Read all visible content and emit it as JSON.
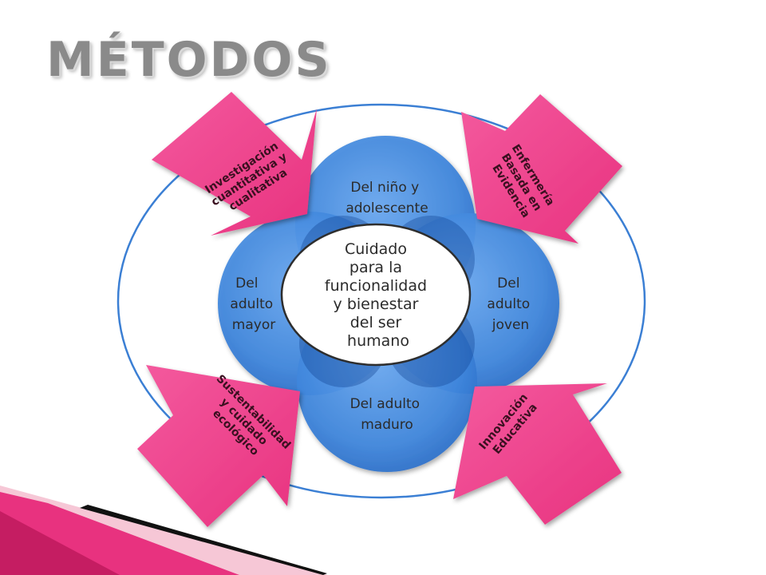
{
  "slide": {
    "title": "MÉTODOS"
  },
  "diagram": {
    "center": [
      "Cuidado",
      "para la",
      "funcionalidad",
      "y bienestar",
      "del ser",
      "humano"
    ],
    "petals": {
      "top": [
        "Del niño y",
        "adolescente"
      ],
      "left": [
        "Del",
        "adulto",
        "mayor"
      ],
      "right": [
        "Del",
        "adulto",
        "joven"
      ],
      "bottom": [
        "Del adulto",
        "maduro"
      ]
    },
    "arrows": {
      "top_left": [
        "Investigación",
        "cuantitativa y",
        "cualitativa"
      ],
      "top_right": [
        "Enfermería",
        "Basada en",
        "Evidencia"
      ],
      "bottom_left": [
        "Sustentabilidad",
        "y cuidado",
        "ecológico"
      ],
      "bottom_right": [
        "Innovación",
        "Educativa"
      ]
    }
  },
  "colors": {
    "petal_blue": "#4a8fe0",
    "petal_dark": "#1f5fb8",
    "arrow_pink": "#f0448e",
    "ring_blue": "#3b7fd4",
    "title_gray": "#8a8a8a"
  }
}
